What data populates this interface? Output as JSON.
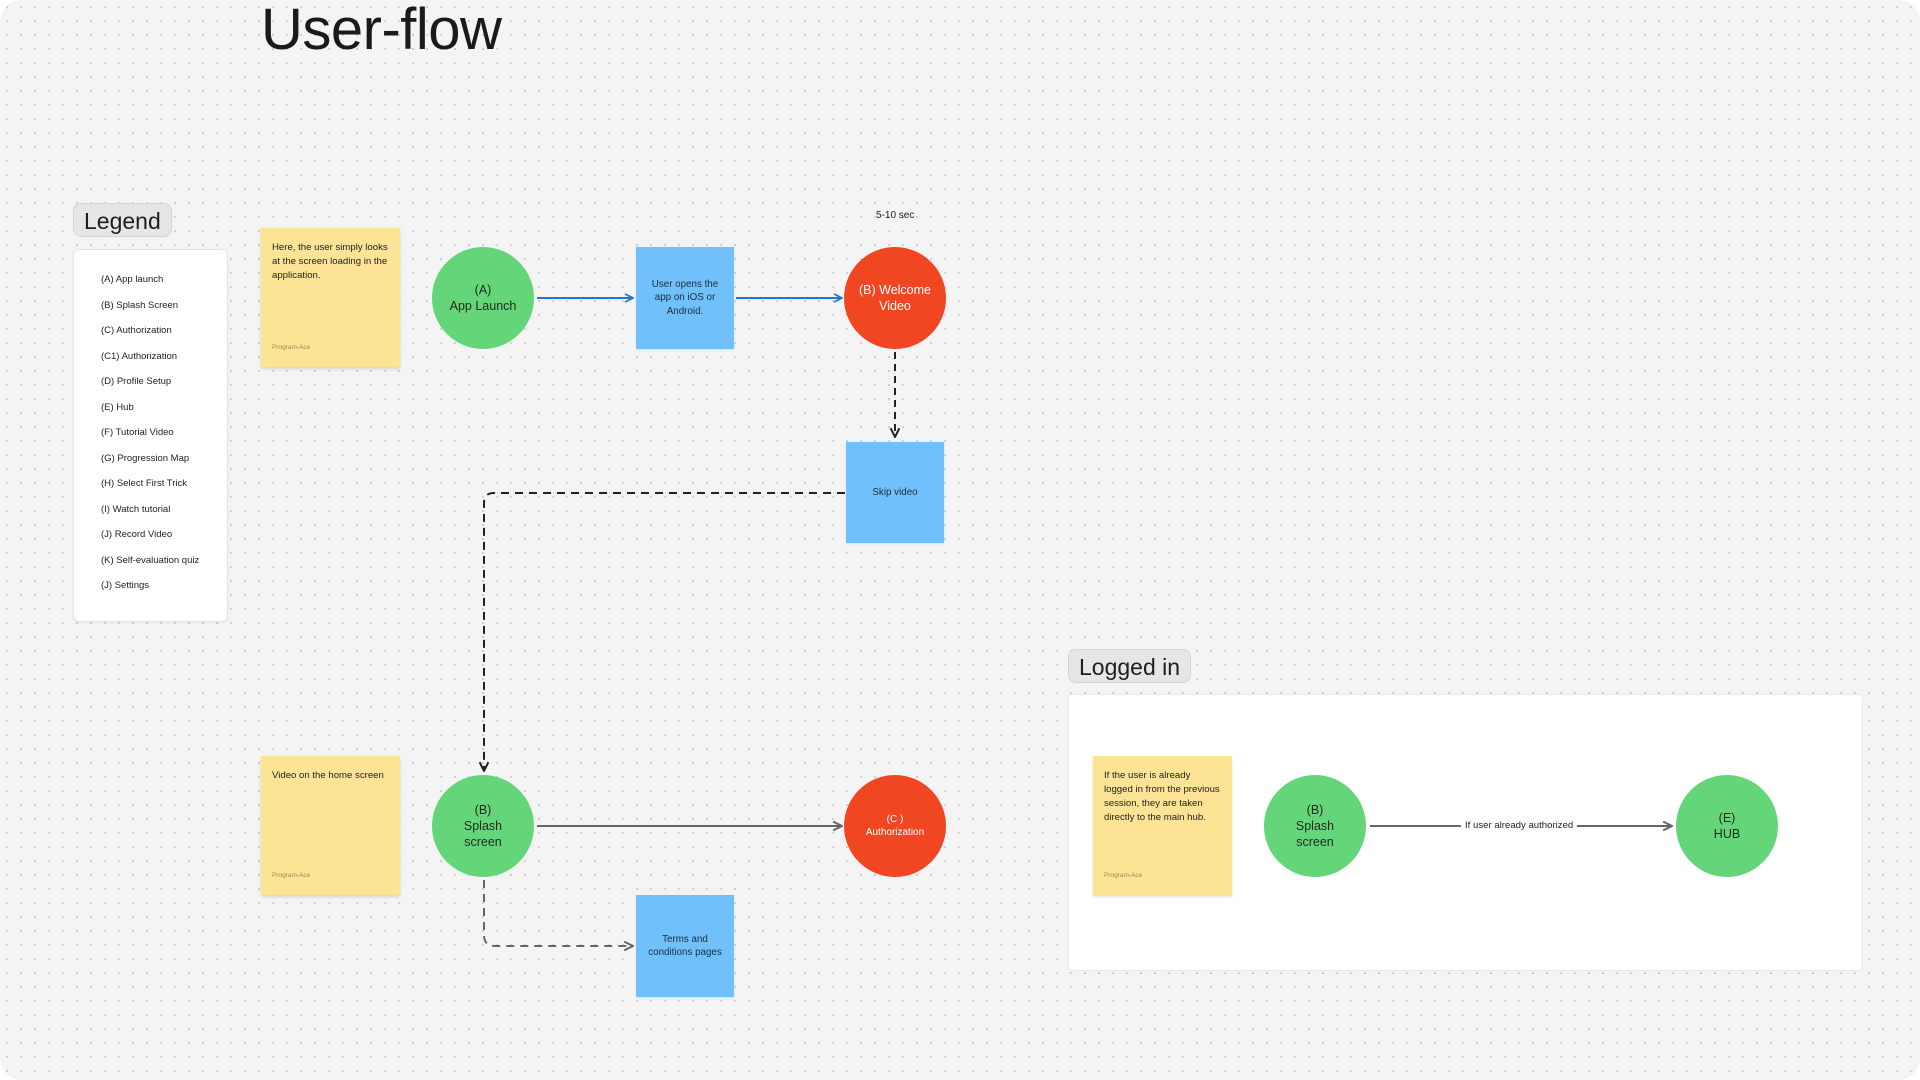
{
  "title": "User-flow",
  "legend": {
    "label": "Legend",
    "items": [
      "(A) App launch",
      "(B) Splash Screen",
      "(C) Authorization",
      "(C1) Authorization",
      "(D) Profile Setup",
      "(E) Hub",
      "(F) Tutorial Video",
      "(G) Progression Map",
      "(H) Select First Trick",
      "(I) Watch tutorial",
      "(J) Record Video",
      "(K) Self-evaluation quiz",
      "(J) Settings"
    ]
  },
  "flow": {
    "sticky_top": {
      "text": "Here, the user simply looks at the screen loading in the application.",
      "author": "Program-Ace"
    },
    "sticky_bottom": {
      "text": "Video on the home screen",
      "author": "Program-Ace"
    },
    "node_a": {
      "line1": "(A)",
      "line2": "App Launch"
    },
    "opens_app": "User opens the app on iOS or Android.",
    "welcome_video": {
      "line1": "(B) Welcome",
      "line2": "Video"
    },
    "duration_note": "5-10 sec",
    "skip_video": "Skip video",
    "splash": {
      "line1": "(B)",
      "line2": "Splash",
      "line3": "screen"
    },
    "authorization": {
      "line1": "(C )",
      "line2": "Authorization"
    },
    "terms": "Terms and conditions pages"
  },
  "logged_in": {
    "label": "Logged in",
    "sticky": {
      "text": "If the user is already logged in from the previous session, they are taken directly to the main hub.",
      "author": "Program-Ace"
    },
    "splash": {
      "line1": "(B)",
      "line2": "Splash",
      "line3": "screen"
    },
    "edge_label": "If user already authorized",
    "hub": {
      "line1": "(E)",
      "line2": "HUB"
    }
  },
  "colors": {
    "canvas": "#f4f4f4",
    "sticky_yellow": "#fde395",
    "node_green": "#65d57a",
    "node_red": "#f14622",
    "node_blue": "#6fc0fb",
    "arrow_blue": "#1f78d1",
    "arrow_dark": "#222222",
    "arrow_gray": "#666666"
  }
}
